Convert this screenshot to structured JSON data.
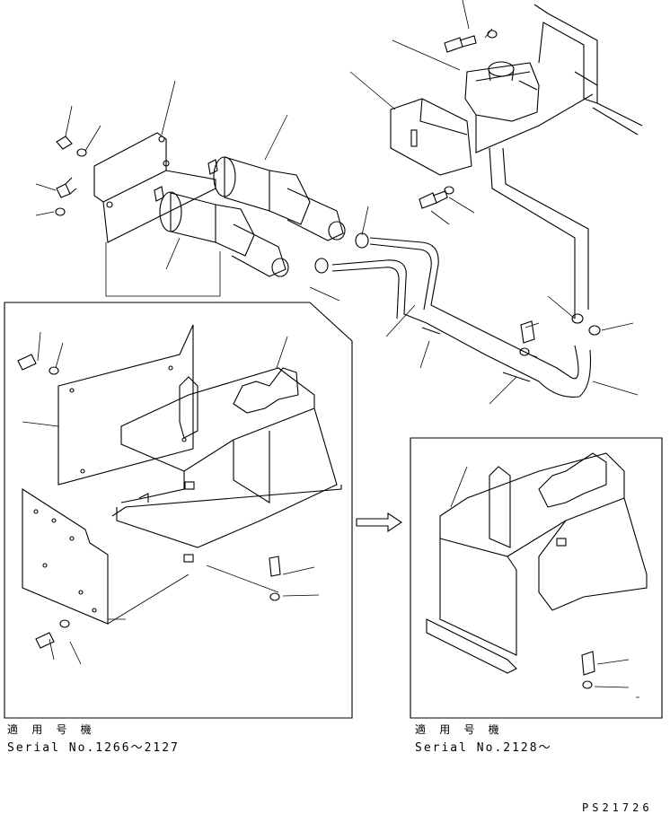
{
  "left_panel": {
    "applicability_label": "適 用 号 機",
    "serial": "Serial No.1266～2127"
  },
  "right_panel": {
    "applicability_label": "適 用 号 機",
    "serial": "Serial No.2128～"
  },
  "drawing_code": "PS21726"
}
